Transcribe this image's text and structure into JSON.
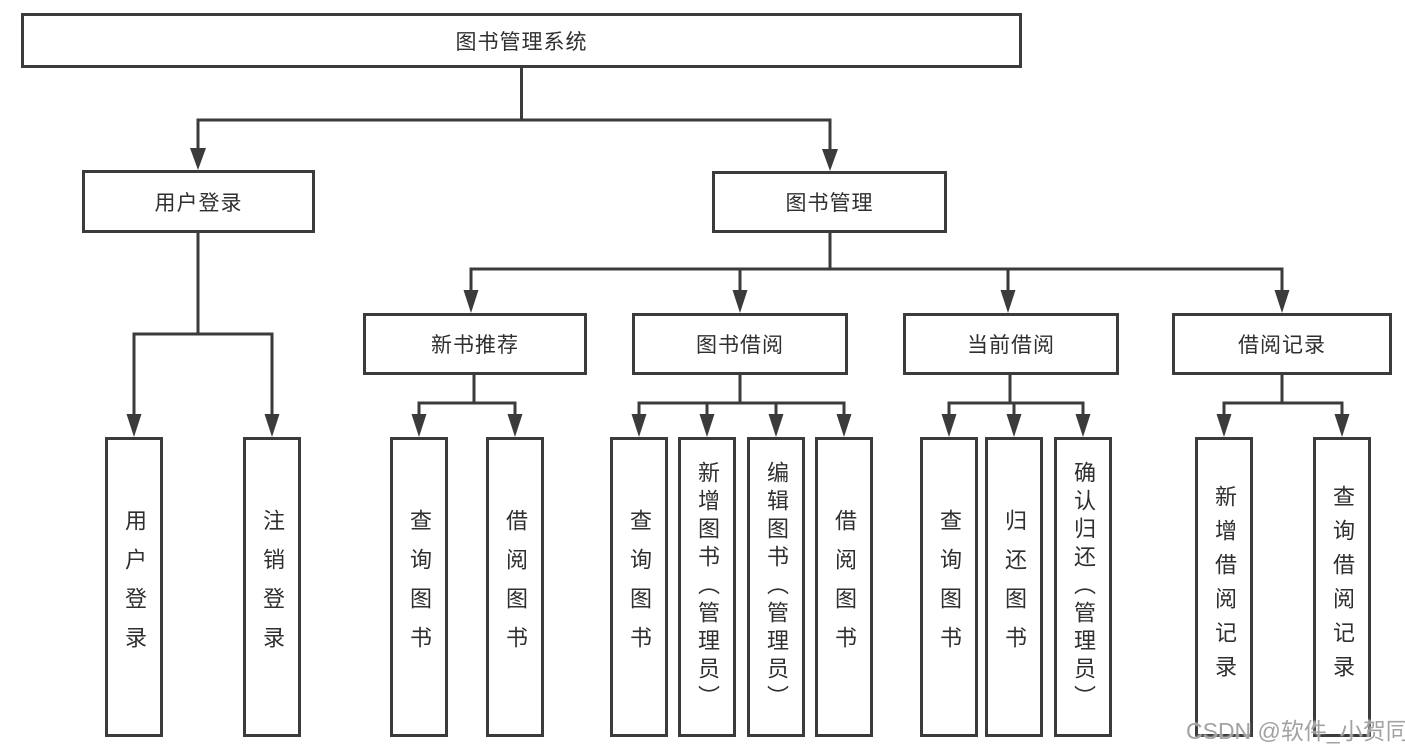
{
  "diagram": {
    "root": {
      "label": "图书管理系统"
    },
    "branches": [
      {
        "label": "用户登录",
        "children": [
          {
            "label": "用户登录"
          },
          {
            "label": "注销登录"
          }
        ]
      },
      {
        "label": "图书管理",
        "groups": [
          {
            "label": "新书推荐",
            "children": [
              {
                "label": "查询图书"
              },
              {
                "label": "借阅图书"
              }
            ]
          },
          {
            "label": "图书借阅",
            "children": [
              {
                "label": "查询图书"
              },
              {
                "label": "新增图书（管理员）"
              },
              {
                "label": "编辑图书（管理员）"
              },
              {
                "label": "借阅图书"
              }
            ]
          },
          {
            "label": "当前借阅",
            "children": [
              {
                "label": "查询图书"
              },
              {
                "label": "归还图书"
              },
              {
                "label": "确认归还（管理员）"
              }
            ]
          },
          {
            "label": "借阅记录",
            "children": [
              {
                "label": "新增借阅记录"
              },
              {
                "label": "查询借阅记录"
              }
            ]
          }
        ]
      }
    ]
  },
  "watermark": {
    "text": "CSDN @软件_小贺同学"
  },
  "colors": {
    "line": "#3b3b3b",
    "box_border": "#3b3b3b",
    "text": "#2f2f2f",
    "watermark": "#a3a3a3",
    "background": "#ffffff"
  }
}
